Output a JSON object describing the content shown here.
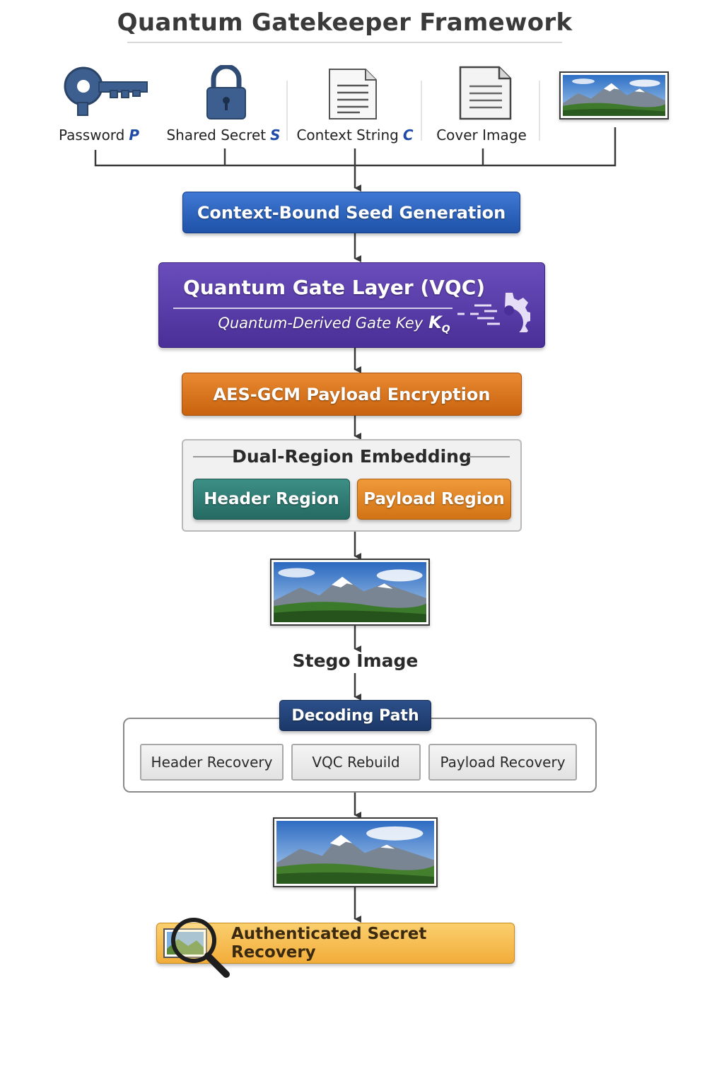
{
  "title": "Quantum Gatekeeper Framework",
  "inputs": [
    {
      "label": "Password",
      "var": "P",
      "icon": "key-icon"
    },
    {
      "label": "Shared Secret",
      "var": "S",
      "icon": "padlock-icon"
    },
    {
      "label": "Context String",
      "var": "C",
      "icon": "document-icon"
    },
    {
      "label": "Cover Image",
      "var": "",
      "icon": "document-icon"
    },
    {
      "label": "",
      "var": "",
      "icon": "landscape-image"
    }
  ],
  "seed_box": "Context-Bound Seed Generation",
  "vqc": {
    "title": "Quantum Gate Layer (VQC)",
    "subtitle": "Quantum-Derived Gate Key",
    "key_symbol": "K",
    "key_subscript": "Q",
    "icon": "gear-icon"
  },
  "aes_box": "AES-GCM Payload Encryption",
  "embedding": {
    "title": "Dual-Region Embedding",
    "header_region": "Header Region",
    "payload_region": "Payload Region"
  },
  "stego_label": "Stego Image",
  "decoding": {
    "tag": "Decoding Path",
    "steps": [
      "Header Recovery",
      "VQC Rebuild",
      "Payload Recovery"
    ]
  },
  "final_box": "Authenticated Secret Recovery",
  "colors": {
    "var_blue": "#1f4aa8",
    "seed_blue": "#2a5fb8",
    "vqc_purple": "#5a3dab",
    "aes_orange": "#d9731f",
    "header_teal": "#2f7c74",
    "payload_orange": "#e08424",
    "decoding_navy": "#223f74",
    "final_amber": "#f5bb4c"
  }
}
